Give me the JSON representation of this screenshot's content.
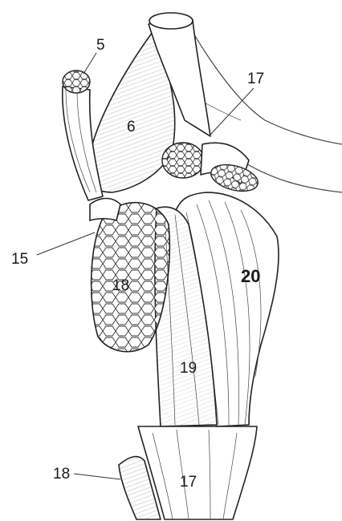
{
  "figure": {
    "labels": {
      "l5": "5",
      "l6": "6",
      "l17_top": "17",
      "l15": "15",
      "l18_mid": "18",
      "l20": "20",
      "l19": "19",
      "l18_bottom": "18",
      "l17_bottom": "17"
    }
  }
}
